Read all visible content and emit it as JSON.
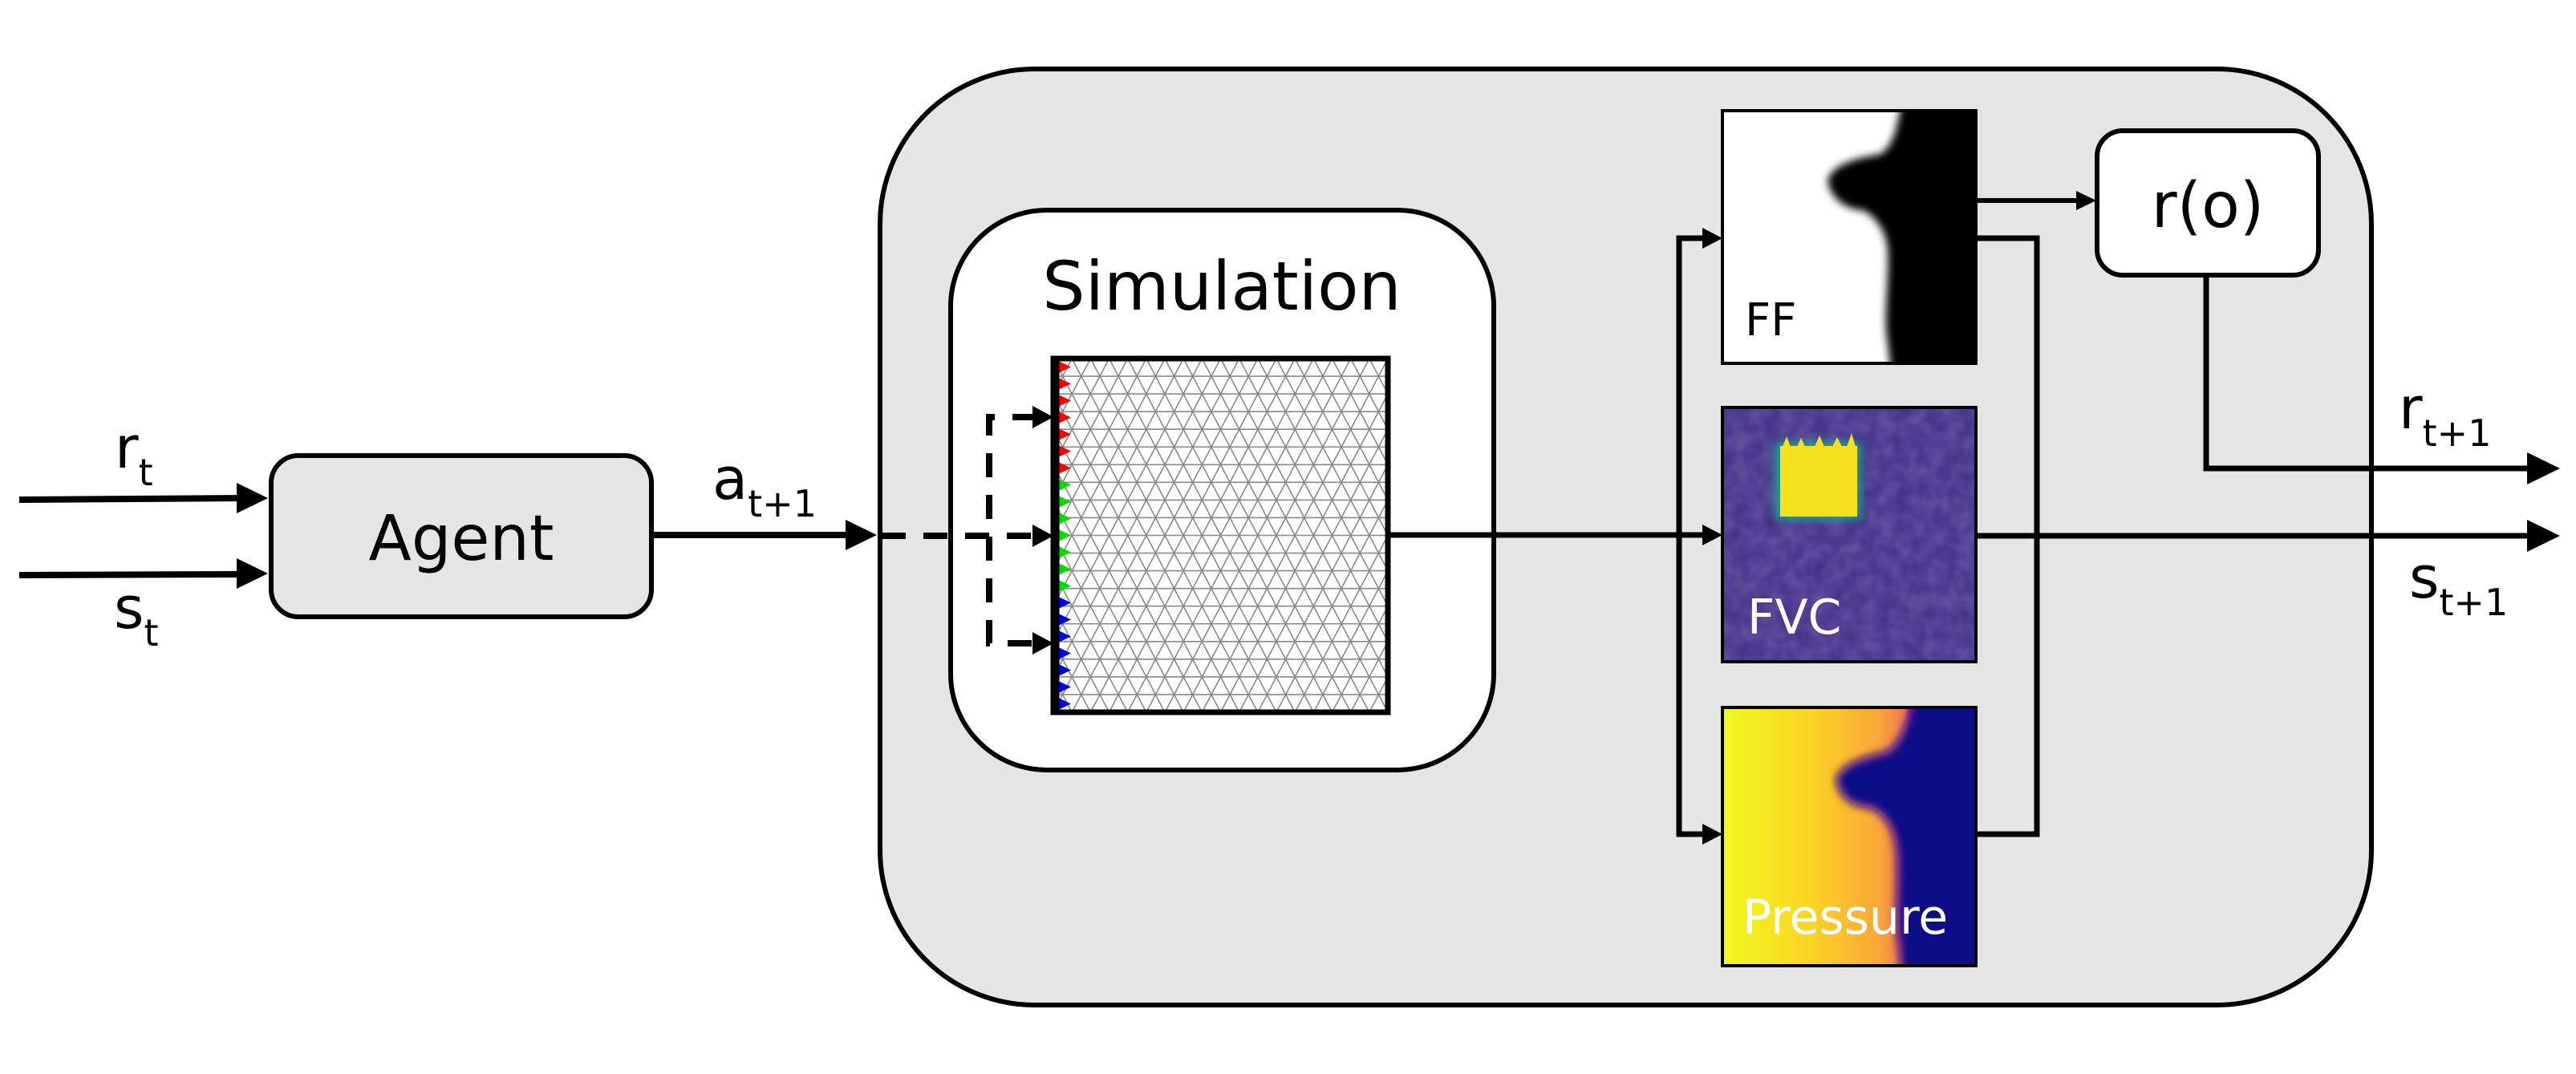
{
  "diagram": {
    "title": "RL agent-environment loop with simulation and observation channels",
    "colors": {
      "environment_fill": "#e6e5e6",
      "agent_fill": "#e6e5e6",
      "box_fill": "#ffffff",
      "stroke": "#000000",
      "action_red": "#ff0000",
      "action_green": "#00dd00",
      "action_blue": "#0000ee",
      "fvc_background": "#3b2a7e",
      "fvc_patch": "#f7e11f",
      "pressure_low": "#0d0887",
      "pressure_high": "#f0f921",
      "pressure_mid": "#f89441"
    },
    "agent": {
      "label": "Agent"
    },
    "inputs": {
      "reward": {
        "base": "r",
        "sub": "t"
      },
      "state": {
        "base": "s",
        "sub": "t"
      }
    },
    "action": {
      "base": "a",
      "sub": "t+1"
    },
    "simulation": {
      "label": "Simulation",
      "action_segments": [
        "red",
        "green",
        "blue"
      ]
    },
    "observations": [
      {
        "id": "ff",
        "label": "FF"
      },
      {
        "id": "fvc",
        "label": "FVC"
      },
      {
        "id": "pressure",
        "label": "Pressure"
      }
    ],
    "reward_fn": {
      "label": "r(o)"
    },
    "outputs": {
      "reward": {
        "base": "r",
        "sub": "t+1"
      },
      "state": {
        "base": "s",
        "sub": "t+1"
      }
    }
  }
}
